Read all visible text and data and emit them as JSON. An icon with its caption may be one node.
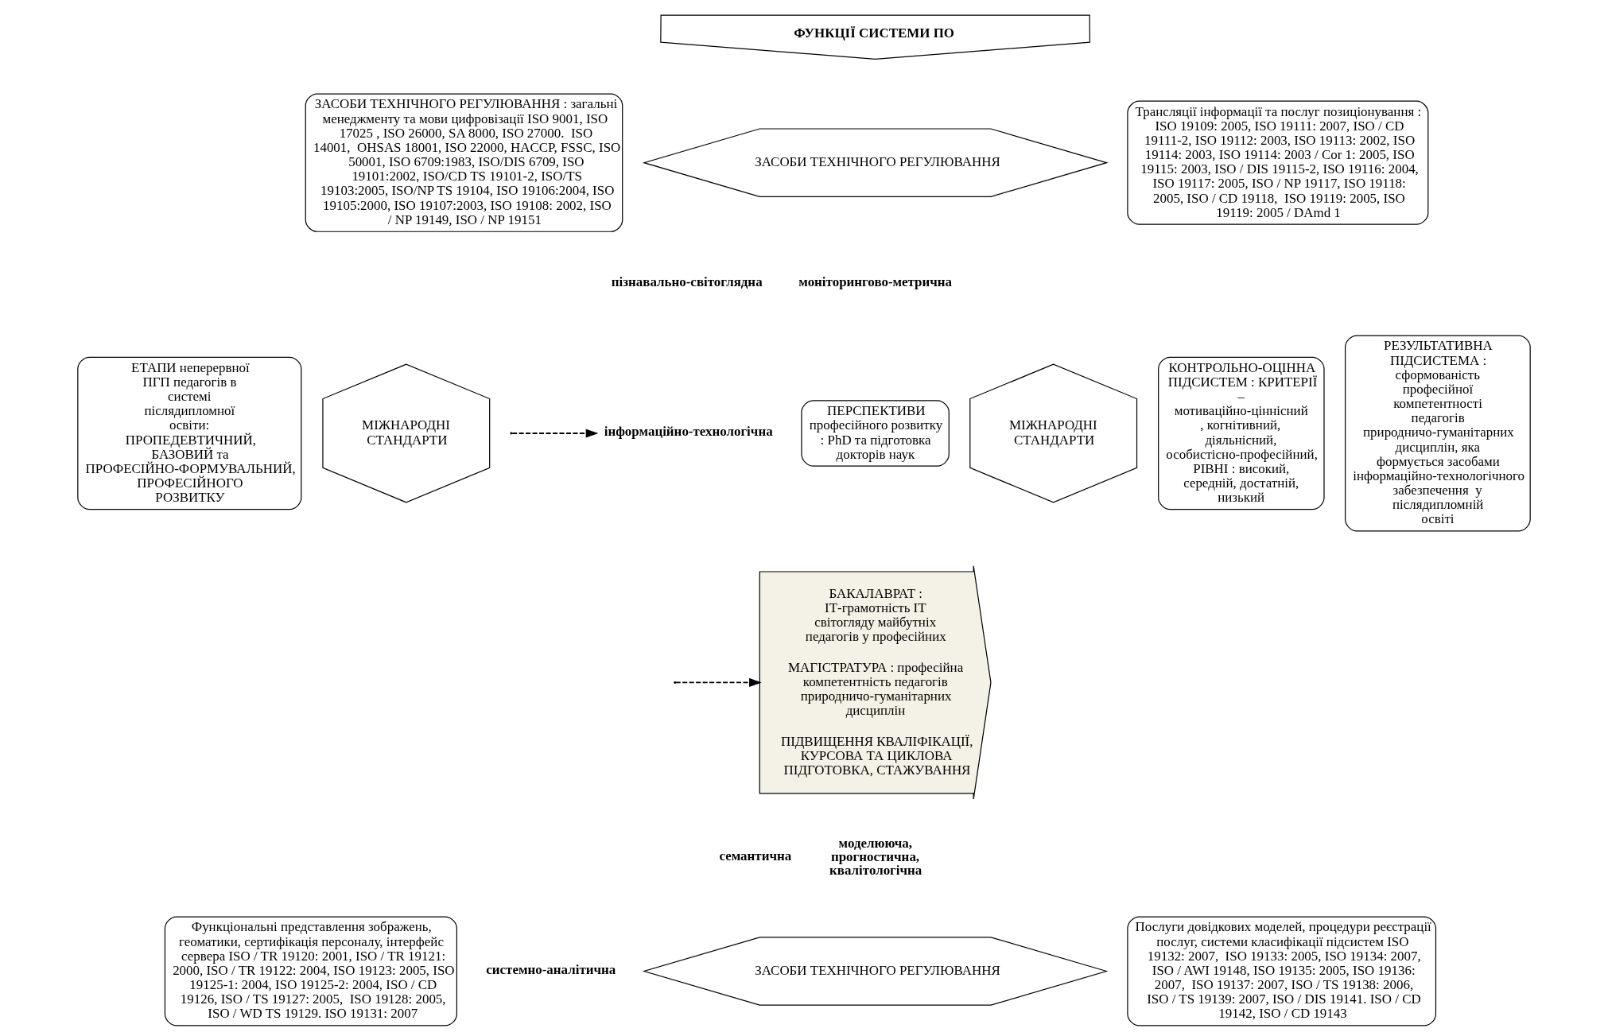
{
  "diagram": {
    "nodes": [
      {
        "text": [
          "ФУНКЦІЇ СИСТЕМИ ПО"
        ]
      },
      {
        "text": [
          "ЕТАПИ неперервної ПГП педагогів в системі післядипломної освіти: ПРОПЕДЕВТИЧНИЙ, БАЗОВИЙ та ПРОФЕСІЙНО-ФОРМУВАЛЬНИЙ, ПРОФЕСІЙНОГО РОЗВИТКУ"
        ]
      },
      {
        "text": [
          "ЗАСОБИ ТЕХНІЧНОГО РЕГУЛЮВАННЯ : загальні менеджменту та мови цифровізації ISO 9001, ISO 17025 , ISO 26000, SA 8000, ISO 27000.  ISO 14001,  OHSAS 18001, ISO 22000, HACCP, FSSC, ISO 50001, ISO 6709:1983, ISO/DIS 6709, ISO 19101:2002, ISO/CD TS 19101-2, ISO/TS 19103:2005, ISO/NP TS 19104, ISO 19106:2004, ISO 19105:2000, ISO 19107:2003, ISO 19108: 2002, ISO / NP 19149, ISO / NP 19151"
        ]
      },
      {
        "text": [
          "ЗАСОБИ ТЕХНІЧНОГО РЕГУЛЮВАННЯ"
        ]
      },
      {
        "text": [
          "Трансляції інформації та послуг позиціонування : ISO 19109: 2005, ISO 19111: 2007, ISO / CD 19111-2, ISO 19112: 2003, ISO 19113: 2002, ISO 19114: 2003, ISO 19114: 2003 / Cor 1: 2005, ISO 19115: 2003, ISO / DIS 19115-2, ISO 19116: 2004, ISO 19117: 2005, ISO / NP 19117, ISO 19118: 2005, ISO / CD 19118,  ISO 19119: 2005, ISO 19119: 2005 / DAmd 1"
        ]
      },
      {
        "text": [
          "МІЖНАРОДНІ СТАНДАРТИ"
        ]
      },
      {
        "text": [
          "МІЖНАРОДНІ СТАНДАРТИ"
        ]
      },
      {
        "text": [
          "Функціональні представлення зображень, геоматики, сертифікація персоналу, інтерфейс сервера ISO / TR 19120: 2001, ISO / TR 19121: 2000, ISO / TR 19122: 2004, ISO 19123: 2005, ISO 19125-1: 2004, ISO 19125-2: 2004, ISO / CD 19126, ISO / TS 19127: 2005,  ISO 19128: 2005,  ISO / WD TS 19129. ISO 19131: 2007"
        ]
      },
      {
        "text": [
          "ЗАСОБИ ТЕХНІЧНОГО РЕГУЛЮВАННЯ"
        ]
      },
      {
        "text": [
          "Послуги довідкових моделей, процедури реєстрації послуг, системи класифікації підсистем ISO 19132: 2007,  ISO 19133: 2005, ISO 19134: 2007, ISO / AWI 19148, ISO 19135: 2005, ISO 19136: 2007,  ISO 19137: 2007, ISO / TS 19138: 2006, ISO / TS 19139: 2007, ISO / DIS 19141. ISO / CD 19142, ISO / CD 19143"
        ]
      },
      {
        "text": [
          "ПЕРСПЕКТИВИ професійного розвитку : PhD та підготовка докторів наук"
        ]
      },
      {
        "text": [
          "КОНТРОЛЬНО-ОЦІННА ПІДСИСТЕМ : КРИТЕРІЇ – мотиваційно-ціннісний , когнітивний, діяльнісний, особистісно-професійний, РІВНІ : високий, середній, достатній, низький"
        ]
      },
      {
        "text": [
          "РЕЗУЛЬТАТИВНА ПІДСИСТЕМА : сформованість професійної компетентності педагогів природничо-гуманітарних дисциплін, яка формується засобами інформаційно-технологічного забезпечення  у післядипломній освіті"
        ]
      },
      {
        "text": [
          "БАКАЛАВРАТ : ІТ-грамотність ІТ світогляду майбутніх педагогів у професійних",
          "МАГІСТРАТУРА : професійна компетентність педагогів природничо-гуманітарних дисциплін",
          "ПІДВИЩЕННЯ КВАЛІФІКАЦІЇ, КУРСОВА ТА ЦИКЛОВА ПІДГОТОВКА, СТАЖУВАННЯ"
        ]
      },
      {
        "text": [
          "інформаційно-технологічна"
        ]
      }
    ],
    "edges": [
      {
        "from": null,
        "to": 14,
        "arrow": "to",
        "style": "dashed"
      },
      {
        "from": null,
        "to": 13,
        "arrow": "to",
        "style": "dashed"
      }
    ],
    "labels": [
      "пізнавально-світоглядна",
      "моніторингово-метрична",
      "семантична",
      "моделююча, прогностична, квалітологічна",
      "системно-аналітична"
    ]
  }
}
